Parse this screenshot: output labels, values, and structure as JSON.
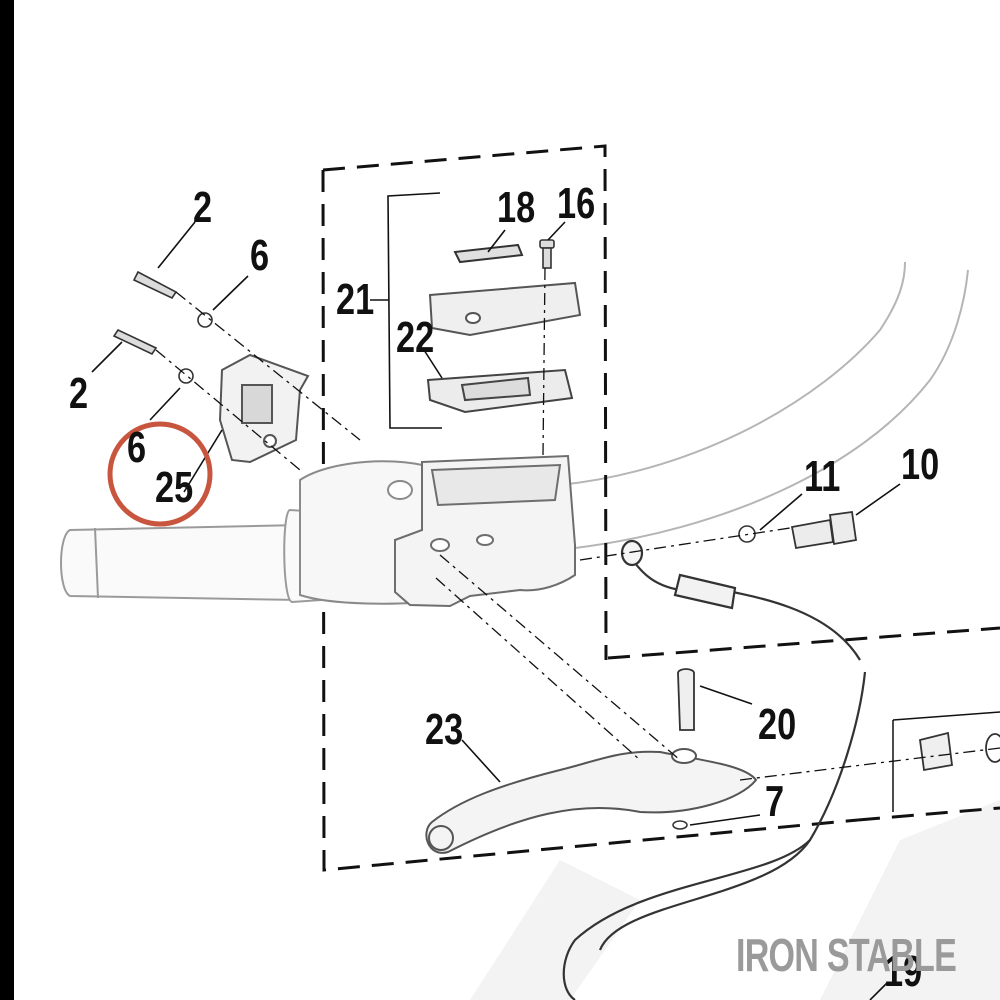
{
  "diagram": {
    "callouts": {
      "c2a": "2",
      "c6a": "6",
      "c2b": "2",
      "c6b": "6",
      "c25": "25",
      "c18": "18",
      "c16": "16",
      "c21": "21",
      "c22": "22",
      "c11": "11",
      "c10": "10",
      "c20": "20",
      "c23": "23",
      "c7": "7",
      "c19": "19"
    },
    "highlight_color": "#c8553d",
    "watermark": "IRON STABLE"
  }
}
